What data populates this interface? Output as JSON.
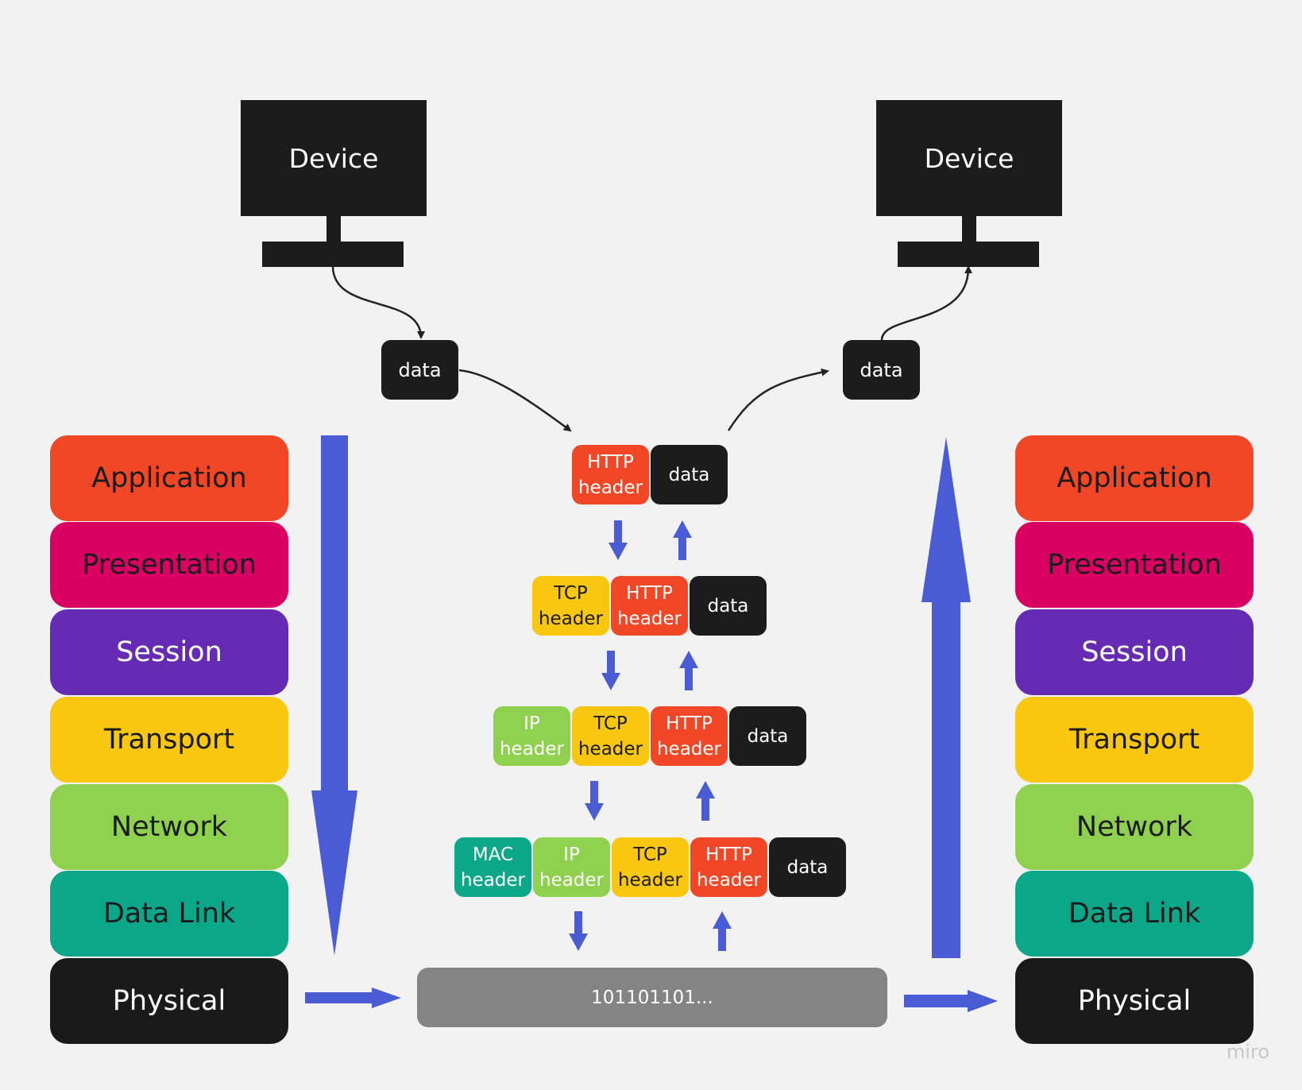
{
  "devices": {
    "left_label": "Device",
    "right_label": "Device"
  },
  "data_label": "data",
  "header_labels": {
    "http": [
      "HTTP",
      "header"
    ],
    "tcp": [
      "TCP",
      "header"
    ],
    "ip": [
      "IP",
      "header"
    ],
    "mac": [
      "MAC",
      "header"
    ]
  },
  "layers": [
    "Application",
    "Presentation",
    "Session",
    "Transport",
    "Network",
    "Data Link",
    "Physical"
  ],
  "bitstream": "101101101...",
  "watermark": "miro",
  "colors": {
    "application": "#f24726",
    "presentation": "#da0063",
    "session": "#652cb3",
    "transport": "#fac710",
    "network": "#8fd14f",
    "data_link": "#0ca789",
    "physical": "#1a1a1a",
    "arrow": "#4a5bd6",
    "bitstream": "#848484"
  }
}
